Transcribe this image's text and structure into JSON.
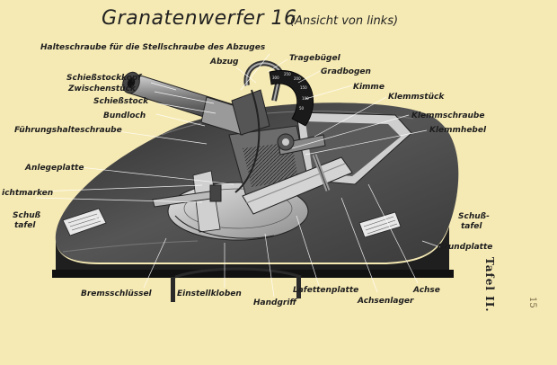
{
  "title": "Granatenwerfer 16",
  "subtitle": "(Ansicht von links)",
  "side_label": "Tafel II.",
  "page_number": "15",
  "labels": {
    "halteschraube": "Halteschraube für die Stellschraube des Abzuges",
    "abzug": "Abzug",
    "tragebuegel": "Tragebügel",
    "gradbogen": "Gradbogen",
    "kimme": "Kimme",
    "schiessstockkopf": "Schießstockkopf",
    "zwischenstueck": "Zwischenstück",
    "schiessstock": "Schießstock",
    "klemmstueck": "Klemmstück",
    "bundloch": "Bundloch",
    "klemmschraube": "Klemmschraube",
    "fuehrungshalteschraube": "Führungshalteschraube",
    "klemmhebel": "Klemmhebel",
    "anlegeplatte": "Anlegeplatte",
    "richtmarken": "ichtmarken",
    "schusstafel_left_1": "Schuß",
    "schusstafel_left_2": "tafel",
    "schusstafel_right_1": "Schuß-",
    "schusstafel_right_2": "tafel",
    "grundplatte": "Grundplatte",
    "bremsschluessel": "Bremsschlüssel",
    "einstellkloben": "Einstellkloben",
    "handgriff": "Handgriff",
    "lafettenplatte": "Lafettenplatte",
    "achsenlager": "Achsenlager",
    "achse": "Achse"
  },
  "arc_scale": [
    "300",
    "250",
    "200",
    "150",
    "100",
    "50"
  ],
  "colors": {
    "paper": "#f6eab4",
    "ink": "#1d1d1d",
    "metal_dark": "#3a3a3a",
    "metal_light": "#bdbdbd",
    "base_plate": "#4a4a4a"
  }
}
